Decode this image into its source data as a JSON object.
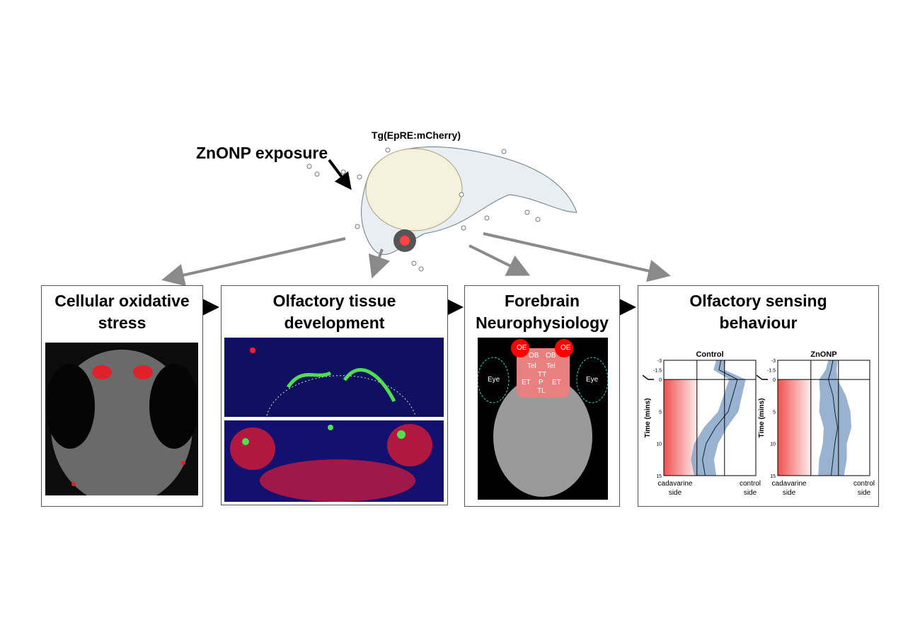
{
  "header": {
    "exposure_label": "ZnONP exposure",
    "transgenic_line": "Tg(EpRE:mCherry)"
  },
  "panels": [
    {
      "title_line1": "Cellular oxidative",
      "title_line2": "stress"
    },
    {
      "title_line1": "Olfactory tissue",
      "title_line2": "development"
    },
    {
      "title_line1": "Forebrain",
      "title_line2": "Neurophysiology",
      "brain_labels": [
        "OE",
        "OE",
        "OB",
        "OB",
        "Tel",
        "Tel",
        "TT",
        "ET",
        "P",
        "ET",
        "TL",
        "Eye",
        "Eye"
      ]
    },
    {
      "title_line1": "Olfactory sensing",
      "title_line2": "behaviour"
    }
  ],
  "colors": {
    "arrow_grey": "#8a8a8a",
    "band": "#7f9fc4",
    "cadaverine": "#f05050"
  },
  "chart_data": [
    {
      "type": "line",
      "title": "Control",
      "ylabel": "Time (mins)",
      "ylim": [
        -3,
        15
      ],
      "yticks": [
        "-3",
        "-1.5",
        "0",
        "5",
        "10",
        "15"
      ],
      "xlabel_left": [
        "cadavarine",
        "side"
      ],
      "xlabel_right": [
        "control",
        "side"
      ],
      "time": [
        -3,
        -1.5,
        0,
        2.5,
        5,
        7.5,
        10,
        12.5,
        15
      ],
      "mean_position": [
        0.62,
        0.6,
        0.8,
        0.75,
        0.7,
        0.56,
        0.46,
        0.42,
        0.45
      ],
      "spread": [
        0.1,
        0.12,
        0.18,
        0.2,
        0.22,
        0.25,
        0.26,
        0.25,
        0.24
      ]
    },
    {
      "type": "line",
      "title": "ZnONP",
      "ylabel": "Time (mins)",
      "ylim": [
        -3,
        15
      ],
      "yticks": [
        "-3",
        "-1.5",
        "0",
        "5",
        "10",
        "15"
      ],
      "xlabel_left": [
        "cadavarine",
        "side"
      ],
      "xlabel_right": [
        "control",
        "side"
      ],
      "time": [
        -3,
        -1.5,
        0,
        2.5,
        5,
        7.5,
        10,
        12.5,
        15
      ],
      "mean_position": [
        0.6,
        0.58,
        0.55,
        0.6,
        0.62,
        0.65,
        0.62,
        0.6,
        0.58
      ],
      "spread": [
        0.1,
        0.12,
        0.2,
        0.28,
        0.34,
        0.3,
        0.26,
        0.3,
        0.28
      ]
    }
  ]
}
